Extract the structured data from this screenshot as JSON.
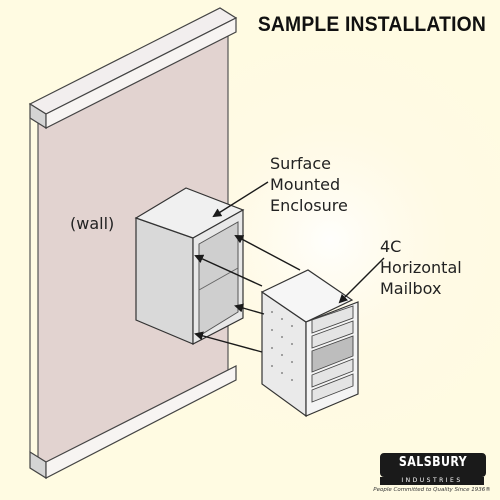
{
  "title": "SAMPLE INSTALLATION",
  "labels": {
    "wall": "(wall)",
    "enclosure": [
      "Surface",
      "Mounted",
      "Enclosure"
    ],
    "mailbox": [
      "4C",
      "Horizontal",
      "Mailbox"
    ]
  },
  "brand": {
    "name": "SALSBURY",
    "sub": "INDUSTRIES",
    "tagline": "People Committed to Quality Since 1936®"
  },
  "colors": {
    "background": "#fffbe2",
    "wall_fill": "#e2d3d0",
    "enclosure_fill": "#e0e0e0",
    "mailbox_fill": "#f2f2f2",
    "ink": "#1a1a1a"
  }
}
